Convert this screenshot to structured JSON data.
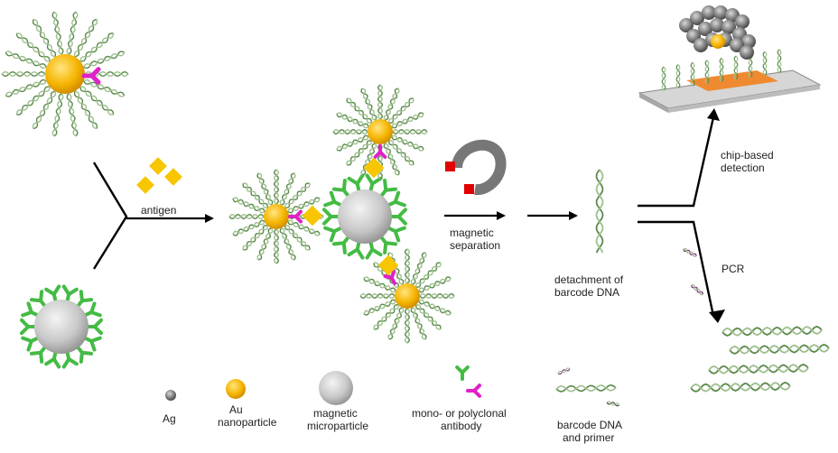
{
  "labels": {
    "antigen": "antigen",
    "magnetic_separation": [
      "magnetic",
      "separation"
    ],
    "detachment": [
      "detachment of",
      "barcode DNA"
    ],
    "chip_detection": [
      "chip-based",
      "detection"
    ],
    "pcr": "PCR"
  },
  "legend": {
    "ag": "Ag",
    "au": [
      "Au",
      "nanoparticle"
    ],
    "magnetic": [
      "magnetic",
      "microparticle"
    ],
    "antibody": [
      "mono- or polyclonal",
      "antibody"
    ],
    "barcode": [
      "barcode DNA",
      "and primer"
    ]
  },
  "colors": {
    "gold": "#f6b400",
    "gold_light": "#ffe07a",
    "antibody_magenta": "#e020c8",
    "antibody_green": "#44bb44",
    "antigen_yellow": "#f7c600",
    "dna_green": "#5a8a4a",
    "sphere_grey": "#c8c8c8",
    "magnet_red": "#e00000",
    "chip_orange": "#f08a30"
  }
}
